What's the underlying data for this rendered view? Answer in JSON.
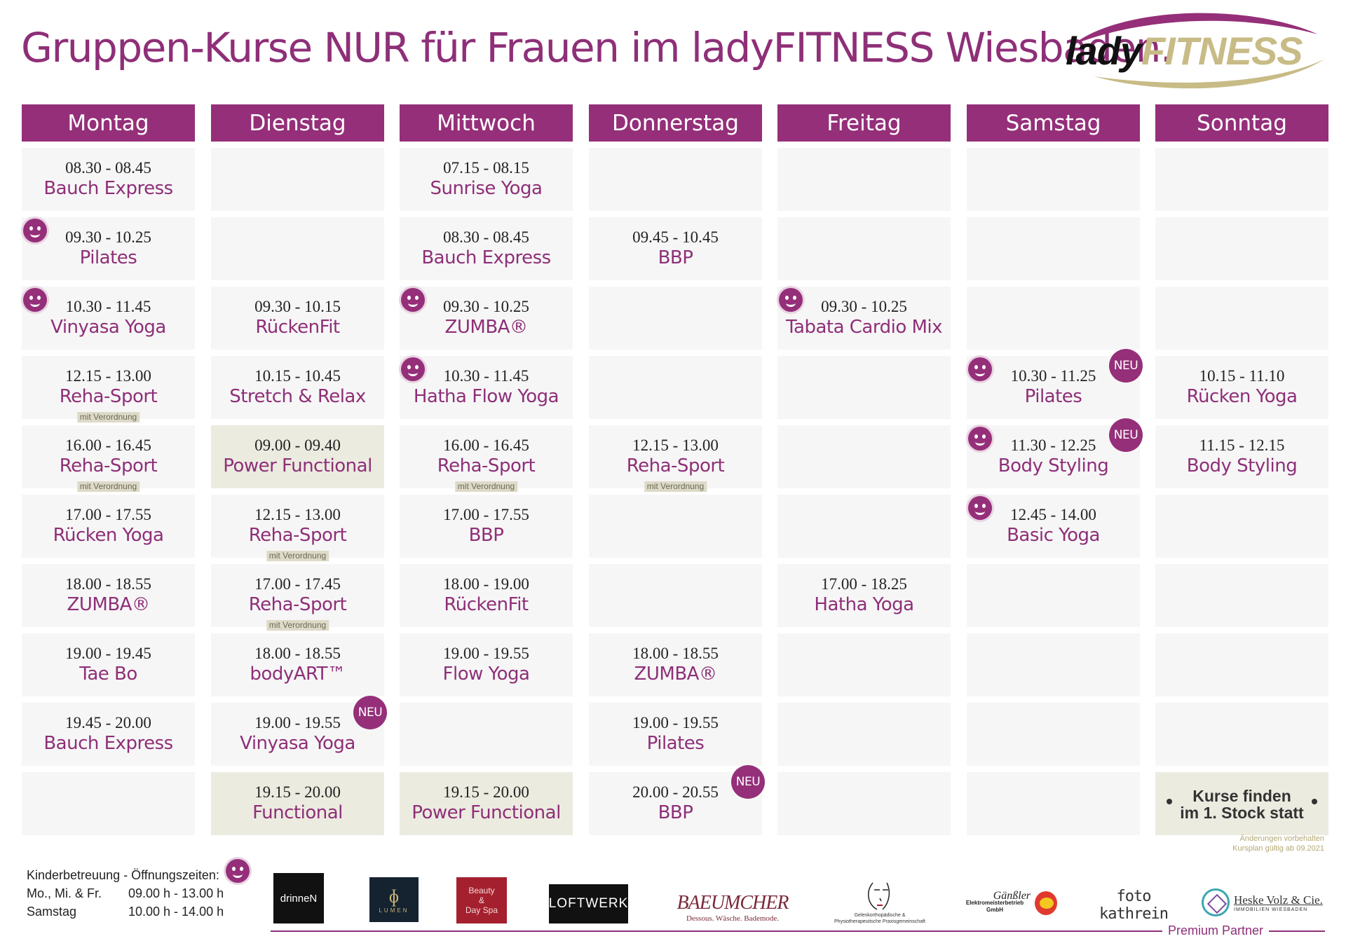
{
  "header": {
    "title": "Gruppen-Kurse NUR für Frauen im ladyFITNESS Wiesbaden.",
    "logo": {
      "lady": "lady",
      "fitness": "FITNESS"
    }
  },
  "days": [
    "Montag",
    "Dienstag",
    "Mittwoch",
    "Donnerstag",
    "Freitag",
    "Samstag",
    "Sonntag"
  ],
  "schedule": [
    [
      {
        "time": "08.30 - 08.45",
        "course": "Bauch Express"
      },
      {
        "time": "09.30 - 10.25",
        "course": "Pilates",
        "smiley": true
      },
      {
        "time": "10.30 - 11.45",
        "course": "Vinyasa Yoga",
        "smiley": true
      },
      {
        "time": "12.15 - 13.00",
        "course": "Reha-Sport",
        "note": "mit Verordnung"
      },
      {
        "time": "16.00 - 16.45",
        "course": "Reha-Sport",
        "note": "mit Verordnung"
      },
      {
        "time": "17.00 - 17.55",
        "course": "Rücken Yoga"
      },
      {
        "time": "18.00 - 18.55",
        "course": "ZUMBA®"
      },
      {
        "time": "19.00 - 19.45",
        "course": "Tae Bo"
      },
      {
        "time": "19.45 - 20.00",
        "course": "Bauch Express"
      },
      {}
    ],
    [
      {},
      {},
      {
        "time": "09.30 - 10.15",
        "course": "RückenFit"
      },
      {
        "time": "10.15 - 10.45",
        "course": "Stretch & Relax"
      },
      {
        "time": "09.00 - 09.40",
        "course": "Power Functional",
        "highlight": true
      },
      {
        "time": "12.15 - 13.00",
        "course": "Reha-Sport",
        "note": "mit Verordnung"
      },
      {
        "time": "17.00 - 17.45",
        "course": "Reha-Sport",
        "note": "mit Verordnung"
      },
      {
        "time": "18.00 - 18.55",
        "course": "bodyART™"
      },
      {
        "time": "19.00 - 19.55",
        "course": "Vinyasa Yoga",
        "neu": true
      },
      {
        "time": "19.15 - 20.00",
        "course": "Functional",
        "highlight": true
      }
    ],
    [
      {
        "time": "07.15 - 08.15",
        "course": "Sunrise Yoga"
      },
      {
        "time": "08.30 - 08.45",
        "course": "Bauch Express"
      },
      {
        "time": "09.30 - 10.25",
        "course": "ZUMBA®",
        "smiley": true
      },
      {
        "time": "10.30 - 11.45",
        "course": "Hatha Flow Yoga",
        "smiley": true
      },
      {
        "time": "16.00 - 16.45",
        "course": "Reha-Sport",
        "note": "mit Verordnung"
      },
      {
        "time": "17.00 - 17.55",
        "course": "BBP"
      },
      {
        "time": "18.00 - 19.00",
        "course": "RückenFit"
      },
      {
        "time": "19.00 - 19.55",
        "course": "Flow Yoga"
      },
      {},
      {
        "time": "19.15 - 20.00",
        "course": "Power Functional",
        "highlight": true
      }
    ],
    [
      {},
      {
        "time": "09.45 - 10.45",
        "course": "BBP"
      },
      {},
      {},
      {
        "time": "12.15 - 13.00",
        "course": "Reha-Sport",
        "note": "mit Verordnung"
      },
      {},
      {},
      {
        "time": "18.00 - 18.55",
        "course": "ZUMBA®"
      },
      {
        "time": "19.00 - 19.55",
        "course": "Pilates"
      },
      {
        "time": "20.00 - 20.55",
        "course": "BBP",
        "neu": true
      }
    ],
    [
      {},
      {},
      {
        "time": "09.30 - 10.25",
        "course": "Tabata Cardio Mix",
        "smiley": true
      },
      {},
      {},
      {},
      {
        "time": "17.00 - 18.25",
        "course": "Hatha Yoga"
      },
      {},
      {},
      {}
    ],
    [
      {},
      {},
      {},
      {
        "time": "10.30 - 11.25",
        "course": "Pilates",
        "smiley": true,
        "neu": true
      },
      {
        "time": "11.30 - 12.25",
        "course": "Body Styling",
        "smiley": true,
        "neu": true
      },
      {
        "time": "12.45 - 14.00",
        "course": "Basic Yoga",
        "smiley": true
      },
      {},
      {},
      {},
      {}
    ],
    [
      {},
      {},
      {},
      {
        "time": "10.15 - 11.10",
        "course": "Rücken Yoga"
      },
      {
        "time": "11.15 - 12.15",
        "course": "Body Styling"
      },
      {},
      {},
      {},
      {},
      {
        "stock": [
          "Kurse finden",
          "im 1. Stock statt"
        ],
        "highlight": true
      }
    ]
  ],
  "badges": {
    "neu": "NEU"
  },
  "remarks": [
    "Änderungen vorbehalten",
    "Kursplan gültig ab 09.2021"
  ],
  "childcare": {
    "title": "Kinderbetreuung - Öffnungszeiten:",
    "rows": [
      {
        "days": "Mo., Mi. & Fr.",
        "hours": "09.00 h - 13.00 h"
      },
      {
        "days": "Samstag",
        "hours": "10.00 h - 14.00 h"
      }
    ]
  },
  "partners": {
    "label": "Premium Partner",
    "drinnen": "drinneN",
    "lumen": "LUMEN",
    "beauty": [
      "Beauty",
      "&",
      "Day Spa"
    ],
    "loftwerk": "LOFTWERK",
    "baeumcher": [
      "BAEUMCHER",
      "Dessous. Wäsche. Bademode."
    ],
    "physio": "Gelenkorthopädische & Physiotherapeutische Praxisgemeinschaft",
    "gaensler": [
      "Gänßler",
      "Elektromeisterbetrieb GmbH"
    ],
    "foto": "foto kathrein",
    "heske": [
      "Heske Volz & Cie.",
      "IMMOBILIEN WIESBADEN"
    ]
  },
  "colors": {
    "brand": "#952f79",
    "highlight": "#ecebe0",
    "cell": "#f6f6f6",
    "logo_gold": "#c8bb86"
  }
}
